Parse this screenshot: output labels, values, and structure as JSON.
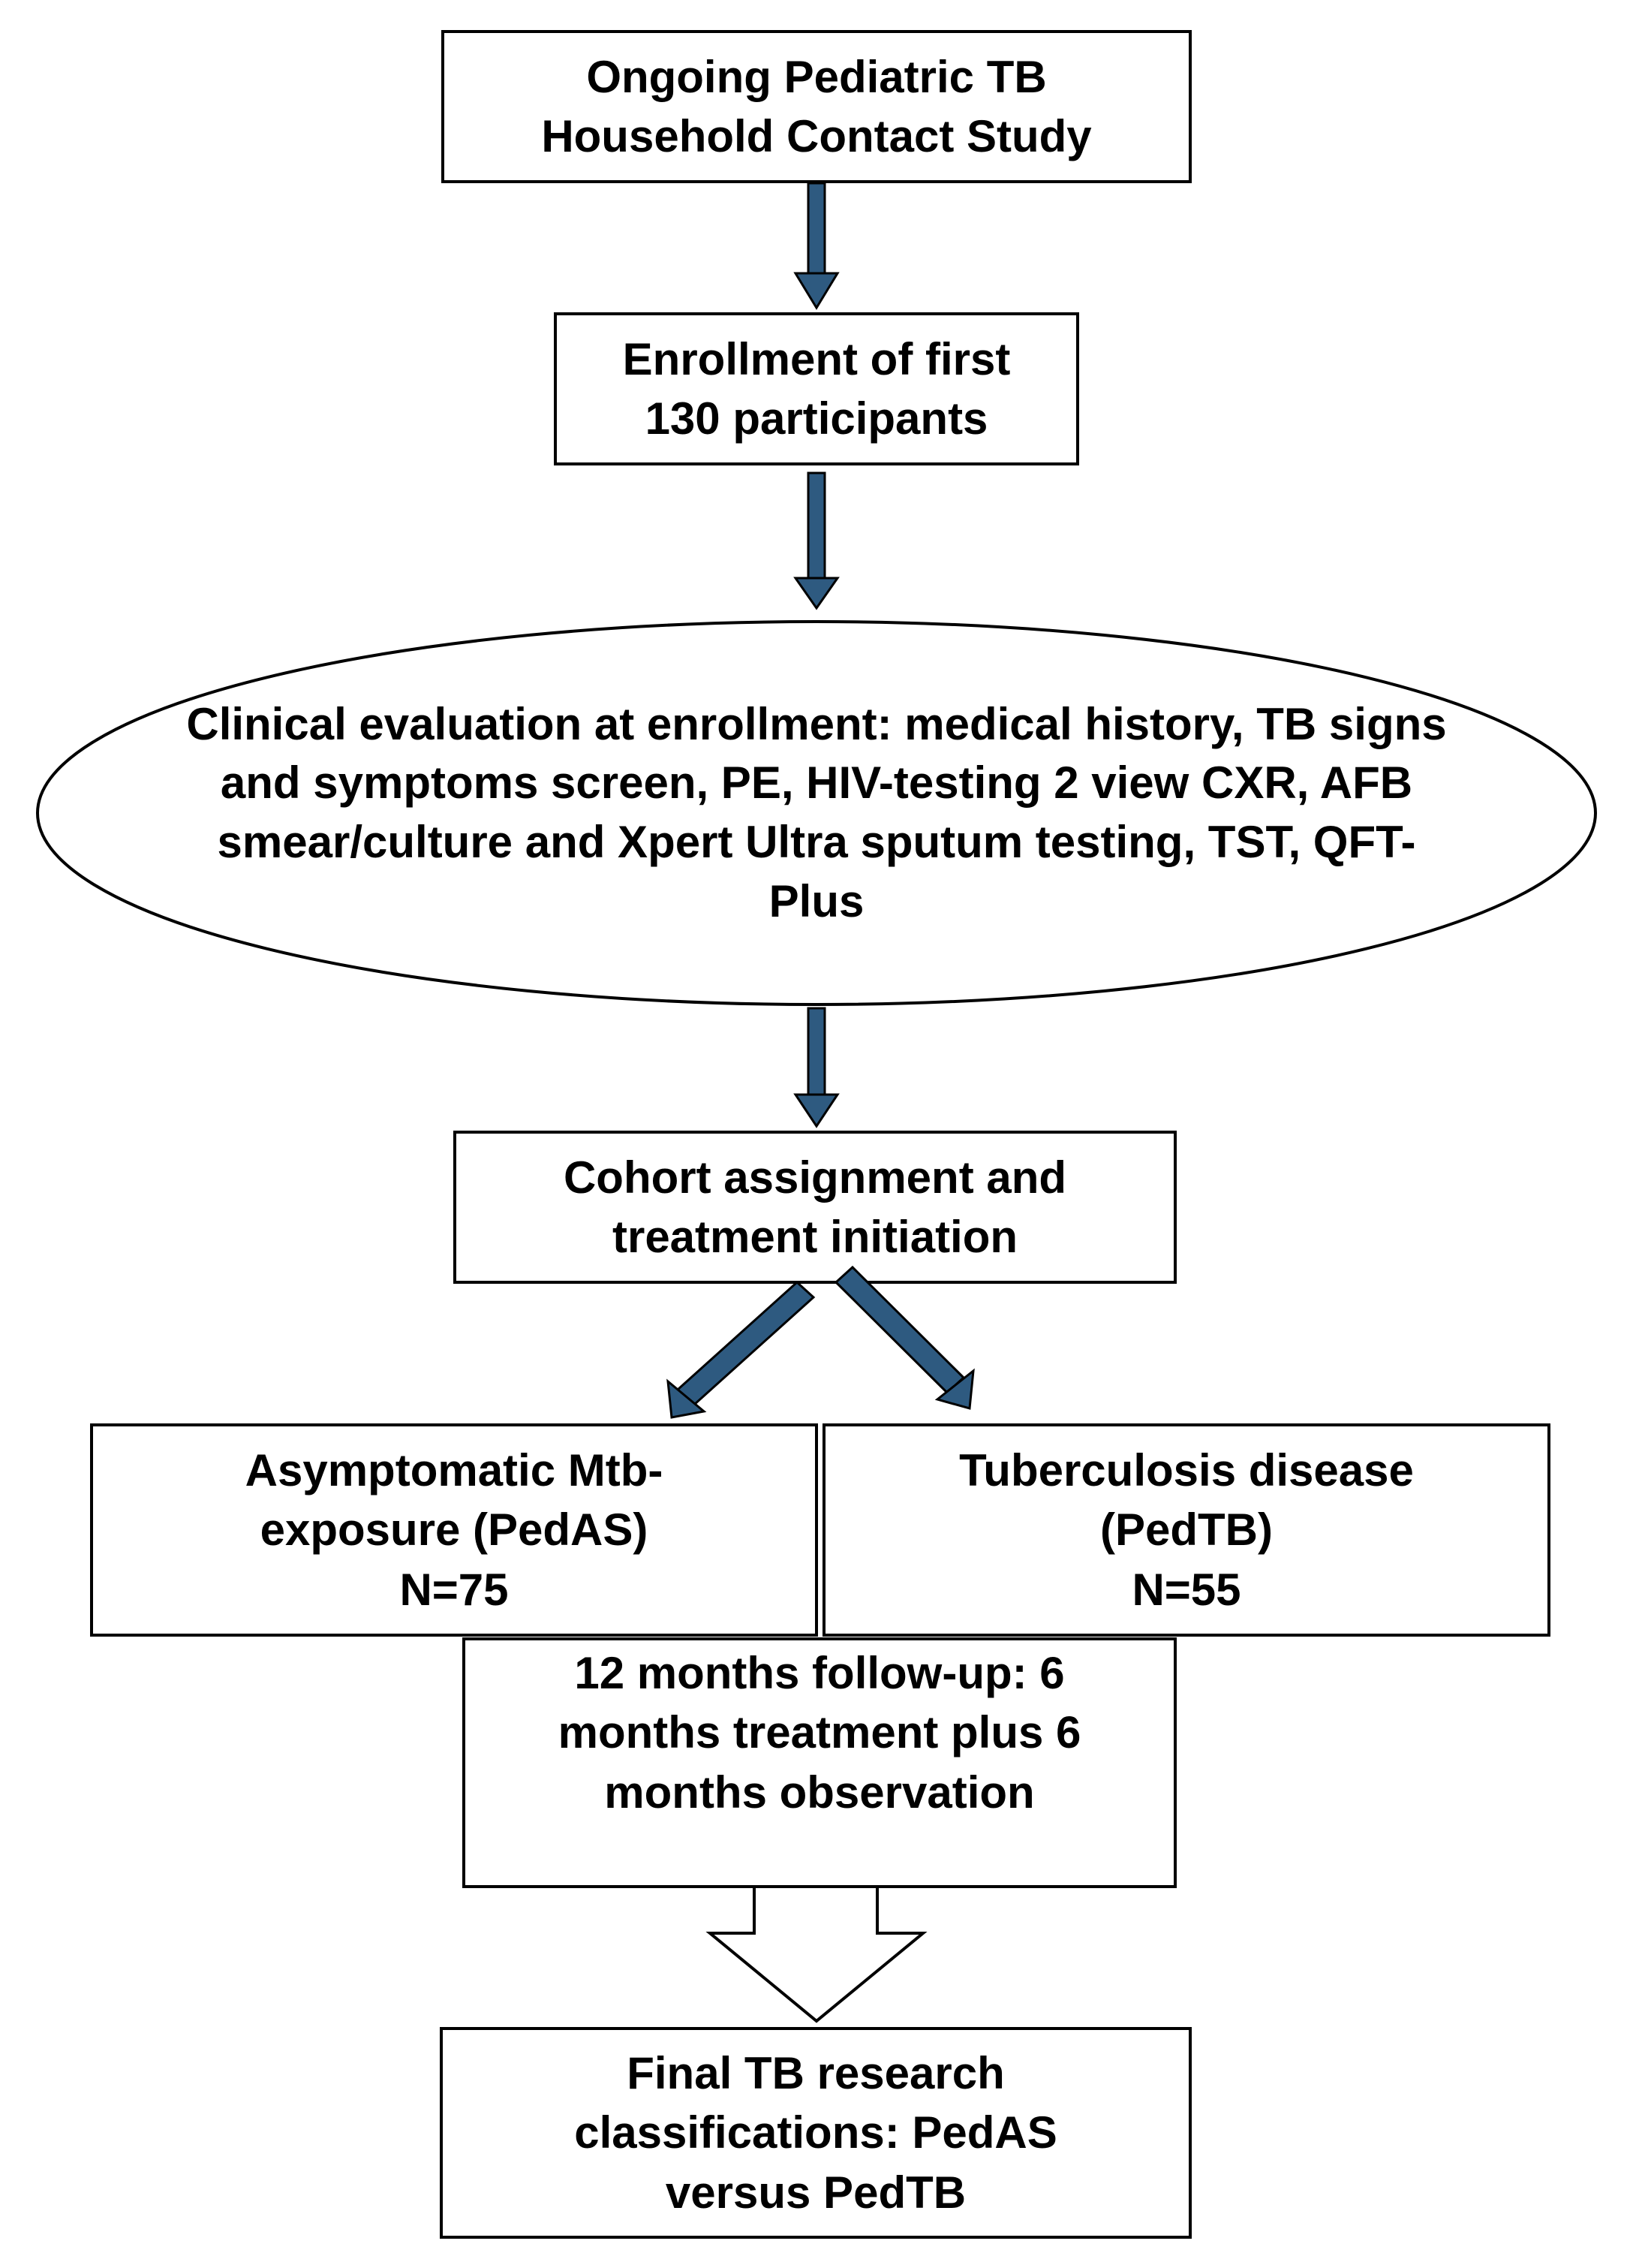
{
  "colors": {
    "arrow_fill": "#2e5a80",
    "box_stroke": "#000000",
    "background": "#ffffff"
  },
  "nodes": {
    "study": {
      "lines": [
        "Ongoing Pediatric TB",
        "Household Contact Study"
      ]
    },
    "enrollment": {
      "lines": [
        "Enrollment of first",
        "130 participants"
      ]
    },
    "evaluation": {
      "lines": [
        "Clinical evaluation at enrollment: medical history, TB signs",
        "and symptoms screen, PE, HIV-testing 2 view CXR, AFB",
        "smear/culture and Xpert Ultra sputum testing, TST, QFT-",
        "Plus"
      ]
    },
    "cohort": {
      "lines": [
        "Cohort assignment and",
        "treatment initiation"
      ]
    },
    "pedas": {
      "lines": [
        "Asymptomatic Mtb-",
        "exposure (PedAS)",
        "N=75"
      ]
    },
    "pedtb": {
      "lines": [
        "Tuberculosis disease",
        "(PedTB)",
        "N=55"
      ]
    },
    "followup": {
      "lines": [
        "12 months follow-up: 6",
        "months treatment plus 6",
        "months observation"
      ]
    },
    "final": {
      "lines": [
        "Final TB research",
        "classifications: PedAS",
        "versus PedTB"
      ]
    }
  }
}
